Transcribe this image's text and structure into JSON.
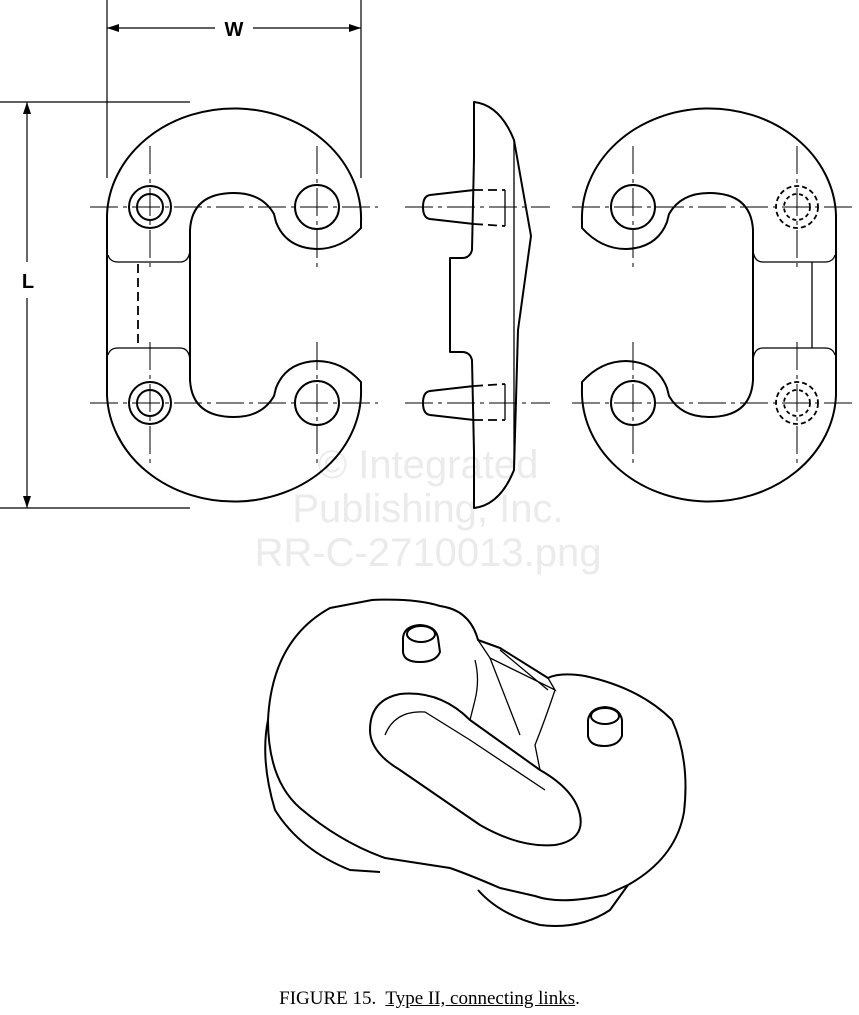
{
  "dimensions": {
    "width_label": "W",
    "length_label": "L"
  },
  "watermark": {
    "line1": "© Integrated",
    "line2": "Publishing, Inc.",
    "line3": "RR-C-2710013.png"
  },
  "caption": {
    "number": "FIGURE 15.",
    "title": "Type II, connecting links",
    "end": "."
  },
  "views": [
    "front-view",
    "side-view",
    "rear-view",
    "isometric-view"
  ]
}
